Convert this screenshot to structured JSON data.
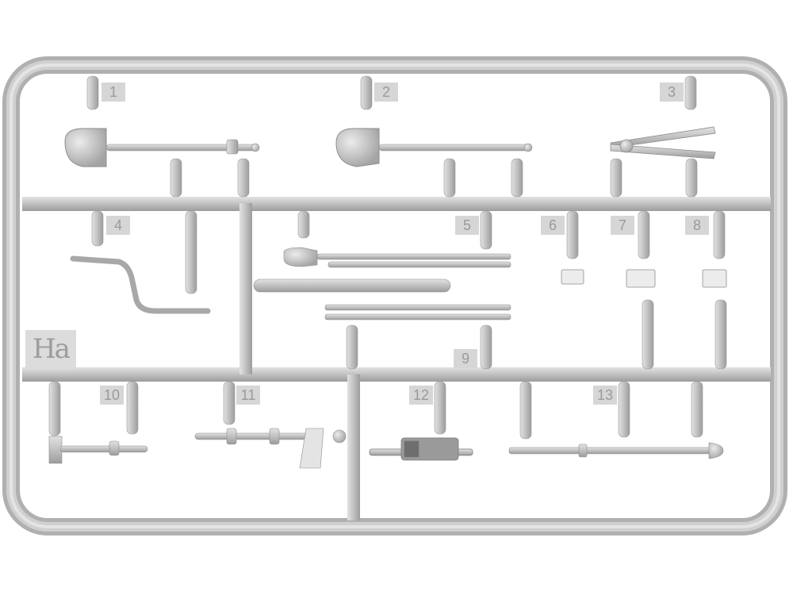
{
  "sprue": {
    "id_label": "Ha",
    "part_labels": [
      "1",
      "2",
      "3",
      "4",
      "5",
      "6",
      "7",
      "8",
      "9",
      "10",
      "11",
      "12",
      "13"
    ]
  },
  "colors": {
    "plastic": "#bdbdbd",
    "plastic_light": "#d8d8d8",
    "plastic_dark": "#8e8e8e",
    "background": "#ffffff"
  }
}
